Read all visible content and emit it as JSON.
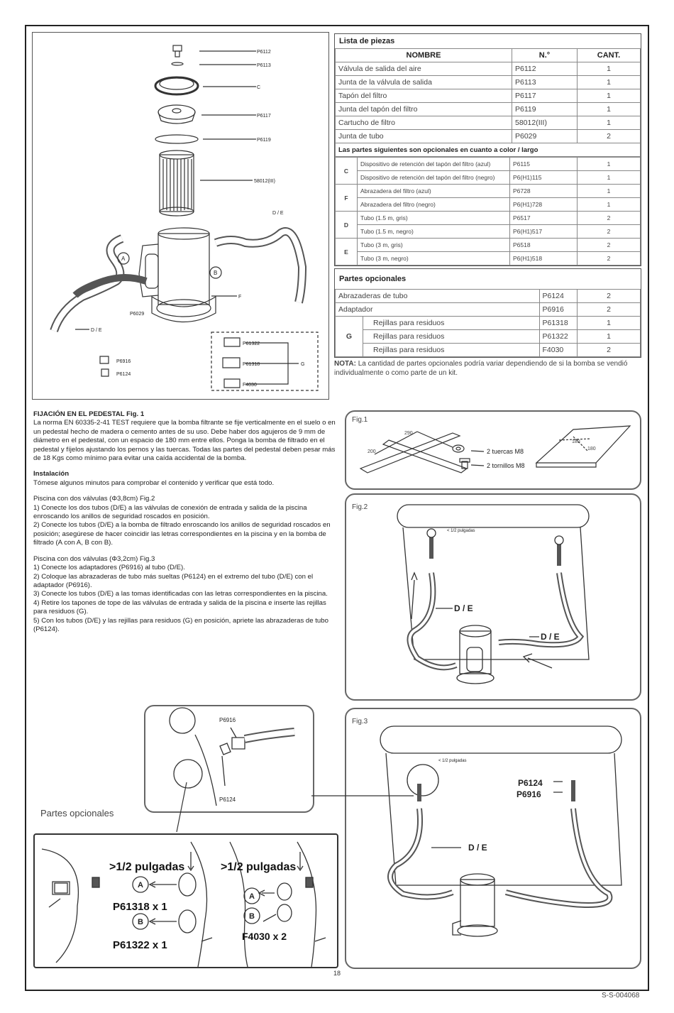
{
  "parts_list": {
    "title": "Lista de piezas",
    "headers": [
      "NOMBRE",
      "N.°",
      "CANT."
    ],
    "rows": [
      {
        "name": "Válvula de salida del aire",
        "code": "P6112",
        "qty": "1"
      },
      {
        "name": "Junta de la válvula de salida",
        "code": "P6113",
        "qty": "1"
      },
      {
        "name": "Tapón del filtro",
        "code": "P6117",
        "qty": "1"
      },
      {
        "name": "Junta del tapón del filtro",
        "code": "P6119",
        "qty": "1"
      },
      {
        "name": "Cartucho de filtro",
        "code": "58012(III)",
        "qty": "1"
      },
      {
        "name": "Junta de tubo",
        "code": "P6029",
        "qty": "2"
      }
    ],
    "optional_note": "Las partes siguientes son opcionales en cuanto a color / largo",
    "groups": [
      {
        "letter": "C",
        "rows": [
          {
            "name": "Dispositivo de retención del tapón del filtro (azul)",
            "code": "P6115",
            "qty": "1"
          },
          {
            "name": "Dispositivo de retención del tapón del filtro (negro)",
            "code": "P6(H1)115",
            "qty": "1"
          }
        ]
      },
      {
        "letter": "F",
        "rows": [
          {
            "name": "Abrazadera del filtro (azul)",
            "code": "P6728",
            "qty": "1"
          },
          {
            "name": "Abrazadera del filtro (negro)",
            "code": "P6(H1)728",
            "qty": "1"
          }
        ]
      },
      {
        "letter": "D",
        "rows": [
          {
            "name": "Tubo (1.5 m, gris)",
            "code": "P6517",
            "qty": "2"
          },
          {
            "name": "Tubo (1.5 m, negro)",
            "code": "P6(H1)517",
            "qty": "2"
          }
        ]
      },
      {
        "letter": "E",
        "rows": [
          {
            "name": "Tubo (3 m, gris)",
            "code": "P6518",
            "qty": "2"
          },
          {
            "name": "Tubo (3 m, negro)",
            "code": "P6(H1)518",
            "qty": "2"
          }
        ]
      }
    ]
  },
  "optional_parts": {
    "title": "Partes opcionales",
    "rows": [
      {
        "name": "Abrazaderas de tubo",
        "code": "P6124",
        "qty": "2"
      },
      {
        "name": "Adaptador",
        "code": "P6916",
        "qty": "2"
      }
    ],
    "group": {
      "letter": "G",
      "rows": [
        {
          "name": "Rejillas para residuos",
          "code": "P61318",
          "qty": "1"
        },
        {
          "name": "Rejillas para residuos",
          "code": "P61322",
          "qty": "1"
        },
        {
          "name": "Rejillas para residuos",
          "code": "F4030",
          "qty": "2"
        }
      ]
    }
  },
  "note": {
    "label": "NOTA:",
    "text": "La cantidad de partes opcionales podría variar dependiendo de si la bomba se vendió individualmente o como parte de un kit."
  },
  "exploded": {
    "labels": [
      "P6112",
      "P6113",
      "C",
      "P6117",
      "P6119",
      "58012(III)",
      "D / E",
      "D / E",
      "F",
      "P6029",
      "P6916",
      "P6124",
      "F4030",
      "P61318",
      "P61322",
      "G"
    ]
  },
  "instructions": {
    "fix_title": "FIJACIÓN EN EL PEDESTAL Fig. 1",
    "fix_text": "La norma EN 60335-2-41 TEST requiere que la bomba filtrante se fije verticalmente en el suelo o en un pedestal hecho de madera o cemento antes de su uso. Debe haber dos agujeros de 9 mm de diámetro en el pedestal, con un espacio de 180 mm entre ellos. Ponga la bomba de filtrado en el pedestal y fíjelos ajustando los pernos y las tuercas. Todas las partes del pedestal deben pesar más de 18 Kgs como mínimo para evitar una caída accidental de la bomba.",
    "install_title": "Instalación",
    "install_text": "Tómese algunos minutos para comprobar el contenido y verificar que está todo.",
    "p38_title": "Piscina con dos válvulas (Φ3,8cm) Fig.2",
    "p38_steps": [
      "1) Conecte los dos tubos (D/E) a las válvulas de conexión de entrada y salida de la piscina enroscando los anillos de seguridad roscados en posición.",
      "2) Conecte los tubos (D/E) a la bomba de filtrado enroscando los anillos de seguridad roscados en posición; asegúrese de hacer coincidir las letras correspondientes en la piscina y en la bomba de filtrado (A con A, B con B)."
    ],
    "p32_title": "Piscina con dos válvulas (Φ3,2cm) Fig.3",
    "p32_steps": [
      "1) Conecte los adaptadores (P6916) al tubo (D/E).",
      "2) Coloque las abrazaderas de tubo más sueltas (P6124) en el extremo del tubo (D/E) con el adaptador (P6916).",
      "3) Conecte los tubos (D/E) a las tomas identificadas con las letras correspondientes en la piscina.",
      "4) Retire los tapones de tope de las válvulas de entrada y salida de la piscina e inserte las rejillas para residuos (G).",
      "5) Con los tubos (D/E) y las rejillas para residuos (G) en posición, apriete las abrazaderas de tubo (P6124)."
    ]
  },
  "fig1": {
    "title": "Fig.1",
    "nuts": "2 tuercas M8",
    "bolts": "2 tornillos M8",
    "dims": [
      "290",
      "200",
      "180",
      "180"
    ]
  },
  "fig2": {
    "title": "Fig.2",
    "hose": "D / E",
    "hose2": "D / E",
    "depth": "< 1/2 pulgadas"
  },
  "fig3": {
    "title": "Fig.3",
    "hose": "D / E",
    "depth": "< 1/2 pulgadas",
    "clamp": "P6124",
    "adapter": "P6916"
  },
  "detail": {
    "adapter": "P6916",
    "clamp": "P6124"
  },
  "opt_bottom": {
    "title": "Partes opcionales",
    "left_depth": ">1/2 pulgadas",
    "right_depth": ">1/2 pulgadas",
    "a_label": "P61318 x 1",
    "b_label": "P61322 x 1",
    "f_label": "F4030 x 2"
  },
  "page_number": "18",
  "doc_code": "S-S-004068"
}
